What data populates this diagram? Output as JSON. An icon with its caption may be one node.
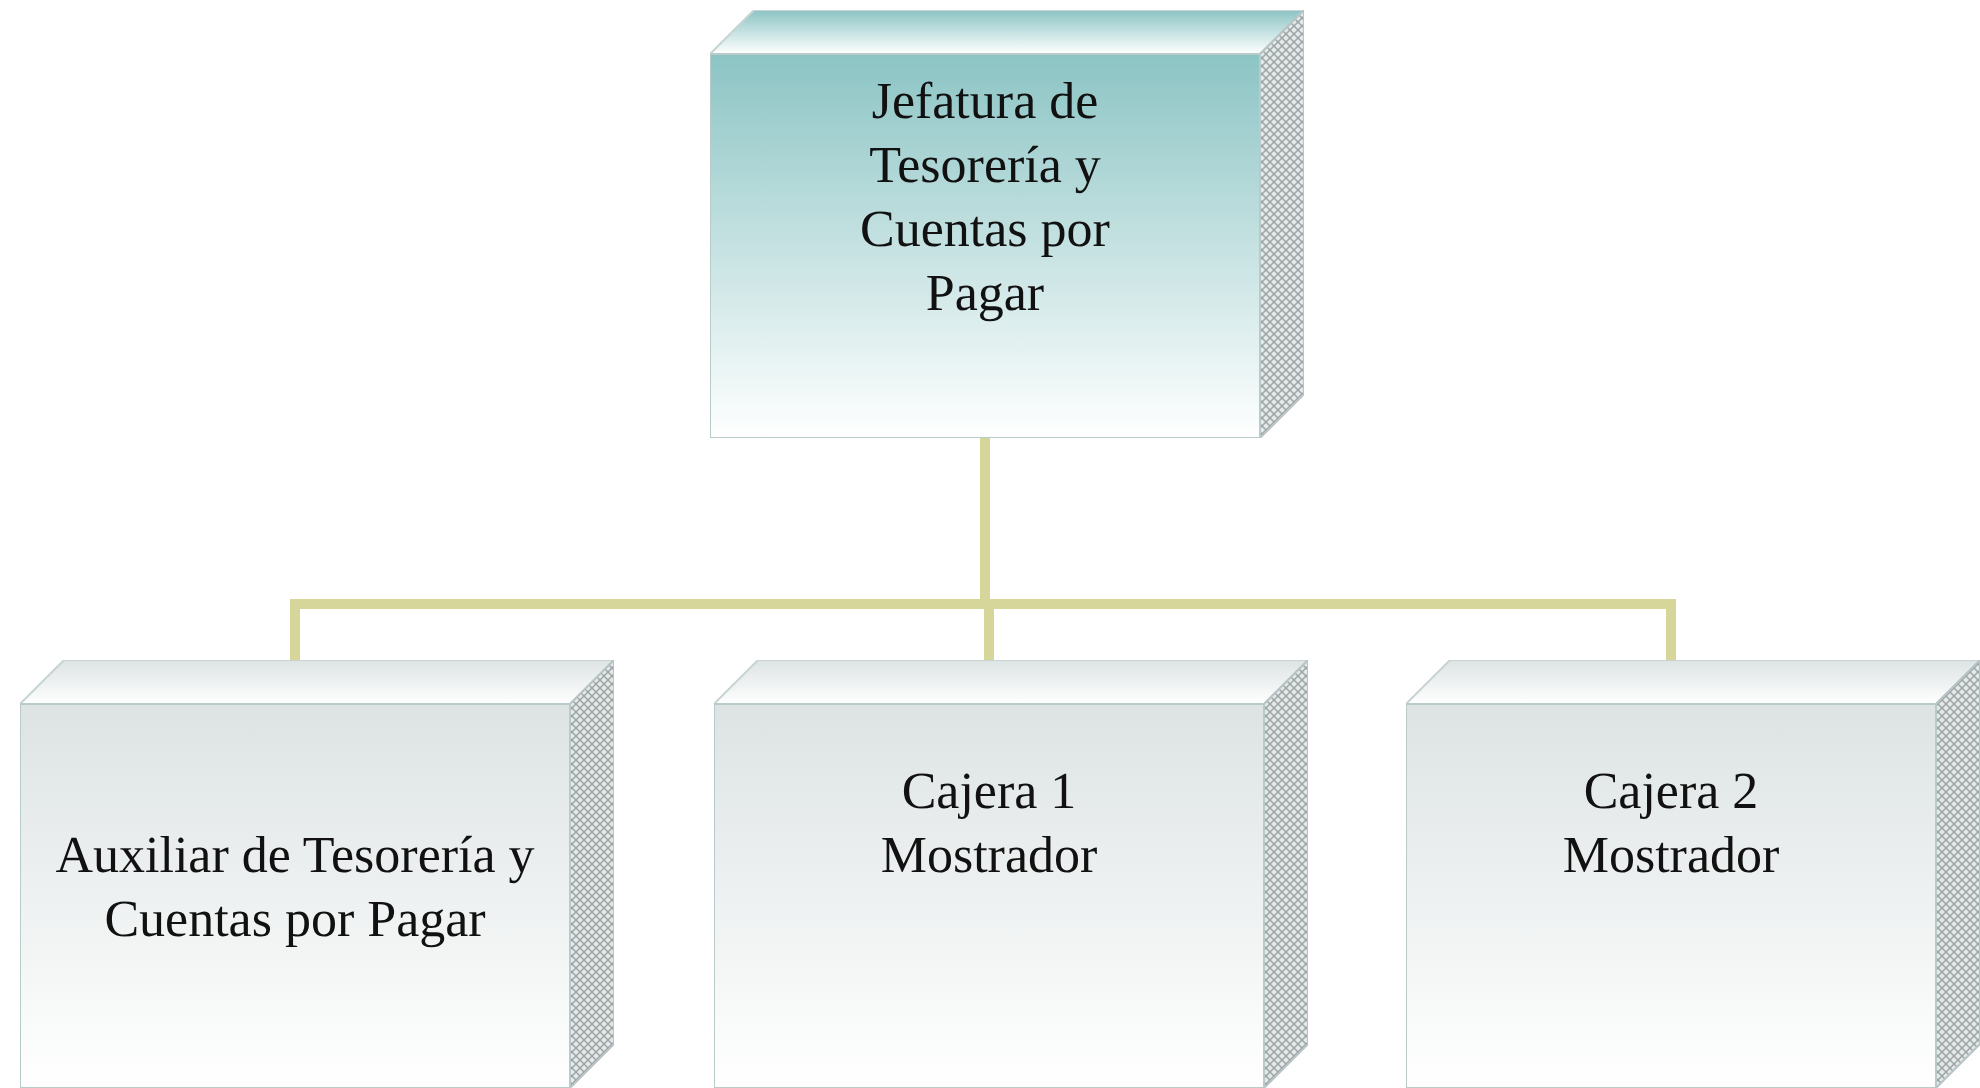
{
  "diagram": {
    "nodes": [
      {
        "text": [
          "Jefatura de Tesorería y Cuentas por Pagar"
        ]
      },
      {
        "text": [
          "Auxiliar de Tesorería y Cuentas por Pagar"
        ]
      },
      {
        "text": [
          "Cajera 1 Mostrador"
        ]
      },
      {
        "text": [
          "Cajera 2 Mostrador"
        ]
      }
    ],
    "edges": [
      {
        "from": 0,
        "to": 1,
        "arrow": "none"
      },
      {
        "from": 0,
        "to": 2,
        "arrow": "none"
      },
      {
        "from": 0,
        "to": 3,
        "arrow": "none"
      }
    ]
  }
}
